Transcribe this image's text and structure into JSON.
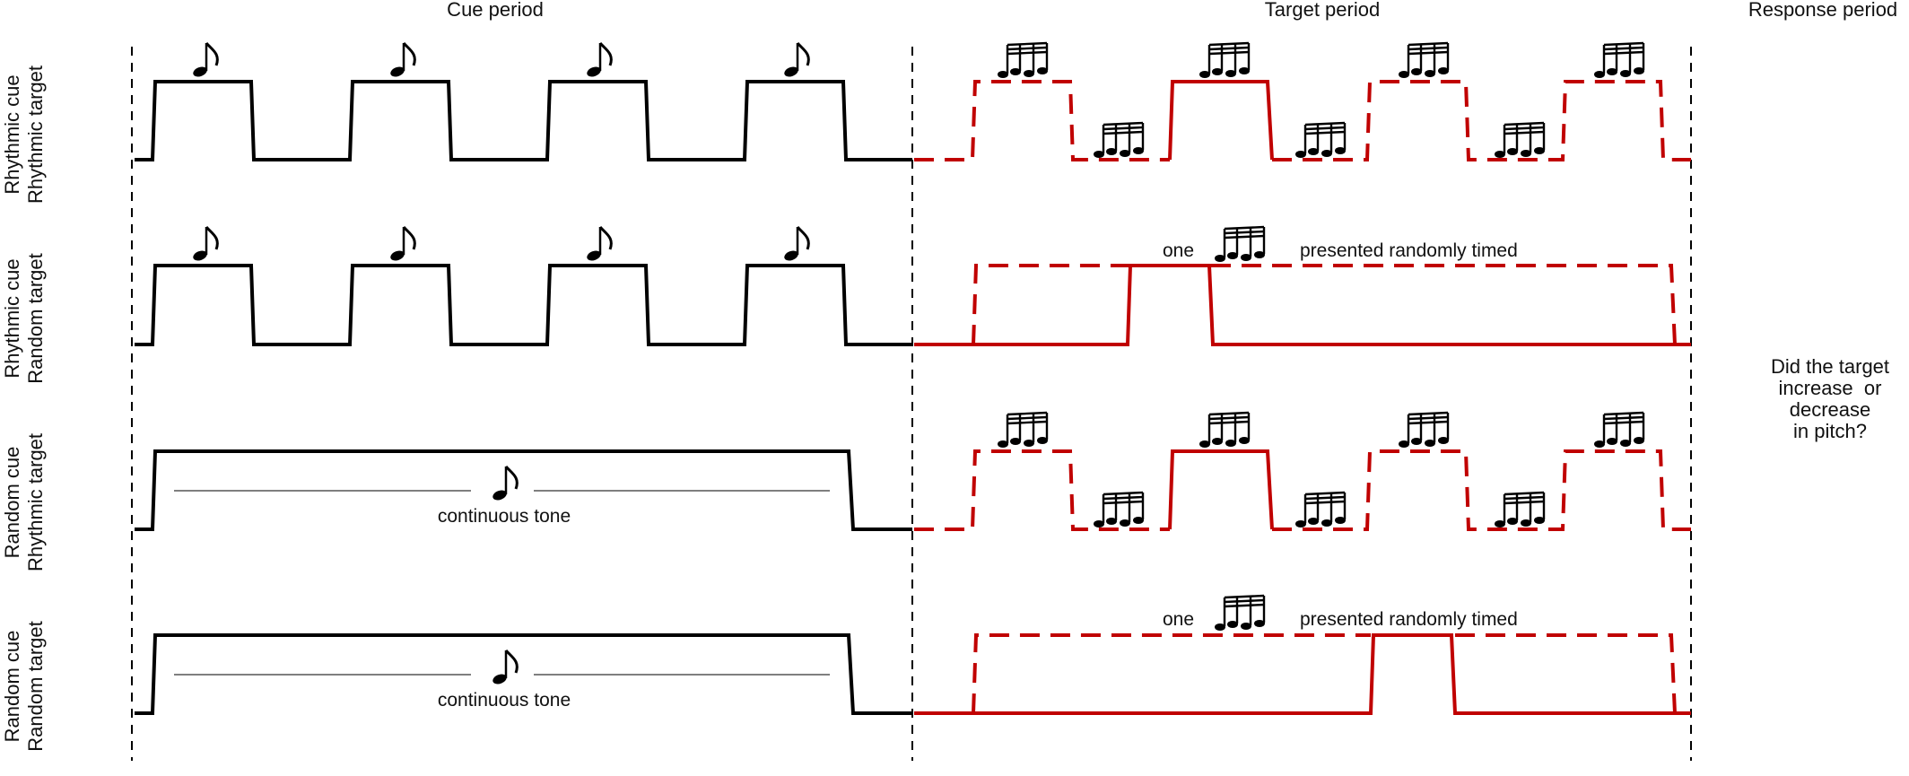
{
  "phases": [
    {
      "id": "cue",
      "label": "Cue period"
    },
    {
      "id": "target",
      "label": "Target period"
    },
    {
      "id": "response",
      "label": "Response period"
    }
  ],
  "rows": [
    {
      "id": "rhythmic-rhythmic",
      "label_line1": "Rhythmic cue",
      "label_line2": "Rhythmic target",
      "cue": "rhythmic",
      "target": "rhythmic"
    },
    {
      "id": "rhythmic-random",
      "label_line1": "Rhythmic cue",
      "label_line2": "Random target",
      "cue": "rhythmic",
      "target": "random"
    },
    {
      "id": "random-rhythmic",
      "label_line1": "Random cue",
      "label_line2": "Rhythmic target",
      "cue": "continuous",
      "target": "rhythmic"
    },
    {
      "id": "random-random",
      "label_line1": "Random cue",
      "label_line2": "Random target",
      "cue": "continuous",
      "target": "random"
    }
  ],
  "notes": {
    "continuous_tone": "continuous tone",
    "one": "one",
    "presented_randomly_timed": "presented randomly timed"
  },
  "question": {
    "line1": "Did the target",
    "line2": "increase  or",
    "line3": "decrease",
    "line4": "in pitch?"
  },
  "colors": {
    "cue_signal": "#000000",
    "target_signal": "#c00000",
    "divider": "#000000"
  },
  "icons": {
    "cue_tone": "eighth-note-icon",
    "target_tone": "beamed-notes-icon"
  }
}
